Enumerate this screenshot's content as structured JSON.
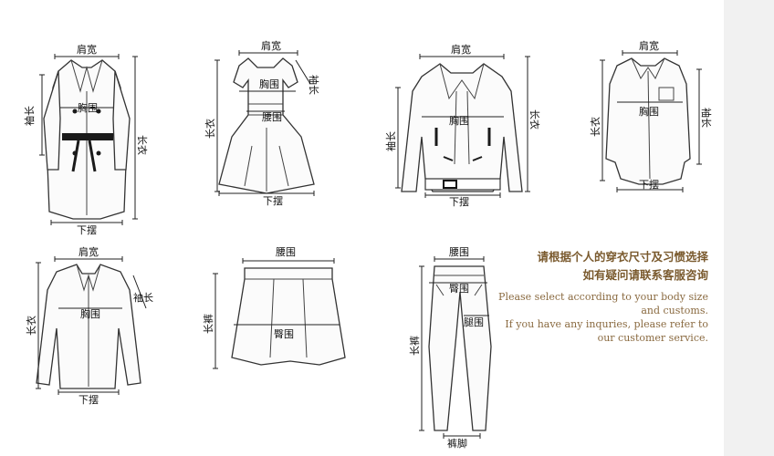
{
  "labels": {
    "shoulder": "肩宽",
    "chest": "胸围",
    "sleeve": "袖长",
    "length": "长衣",
    "hem": "下摆",
    "waist": "腰围",
    "hip": "臀围",
    "pants_length": "长裤",
    "thigh": "腿围",
    "cuff": "裤脚"
  },
  "notice": {
    "cn_line1": "请根据个人的穿衣尺寸及习惯选择",
    "cn_line2": "如有疑问请联系客服咨询",
    "en_line1": "Please select according to your body size",
    "en_line2": "and customs.",
    "en_line3": "If you have any inquries, please refer to",
    "en_line4": "our customer service."
  },
  "colors": {
    "notice_cn": "#7a5a2e",
    "notice_en": "#8a6a40",
    "right_strip": "#f1f1f1"
  }
}
